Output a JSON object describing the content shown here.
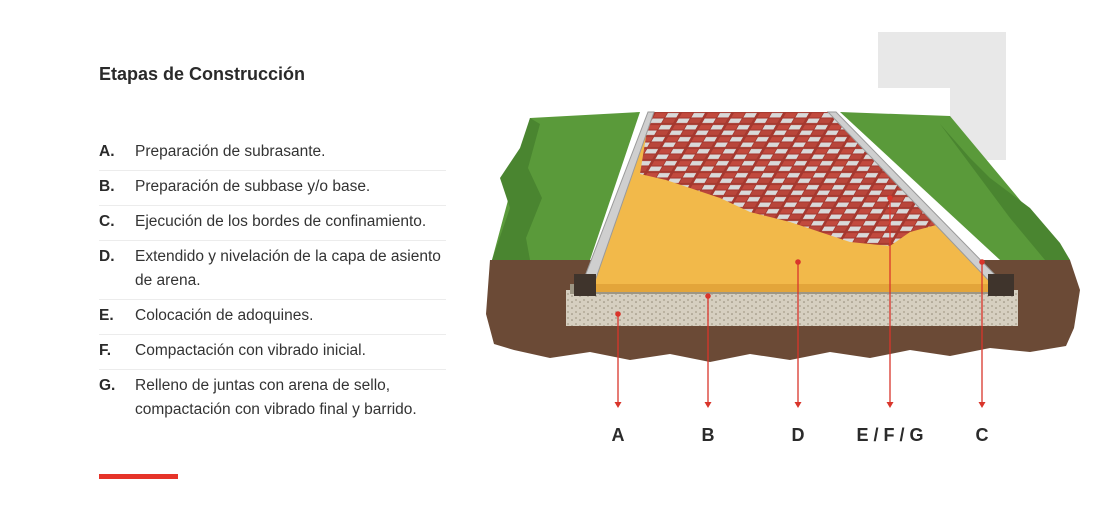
{
  "title": "Etapas de Construcción",
  "steps": [
    {
      "letter": "A.",
      "text": "Preparación de subrasante."
    },
    {
      "letter": "B.",
      "text": "Preparación de subbase y/o base."
    },
    {
      "letter": "C.",
      "text": "Ejecución de los bordes de confinamiento."
    },
    {
      "letter": "D.",
      "text": "Extendido y nivelación de la capa de asiento de arena."
    },
    {
      "letter": "E.",
      "text": "Colocación de adoquines."
    },
    {
      "letter": "F.",
      "text": "Compactación con vibrado inicial."
    },
    {
      "letter": "G.",
      "text": "Relleno de juntas con arena de sello, compactación con vibrado final y barrido."
    }
  ],
  "diagram_labels": {
    "a": "A",
    "b": "B",
    "d": "D",
    "efg": "E / F / G",
    "c": "C"
  },
  "colors": {
    "accent": "#e63329",
    "pointer": "#d9352b",
    "decor_gray": "#e8e8e8",
    "grass": "#5a9a3a",
    "soil": "#6b4a36",
    "sand": "#f2b94a",
    "brick_red": "#b8433a",
    "brick_gray": "#d6d6d6"
  }
}
